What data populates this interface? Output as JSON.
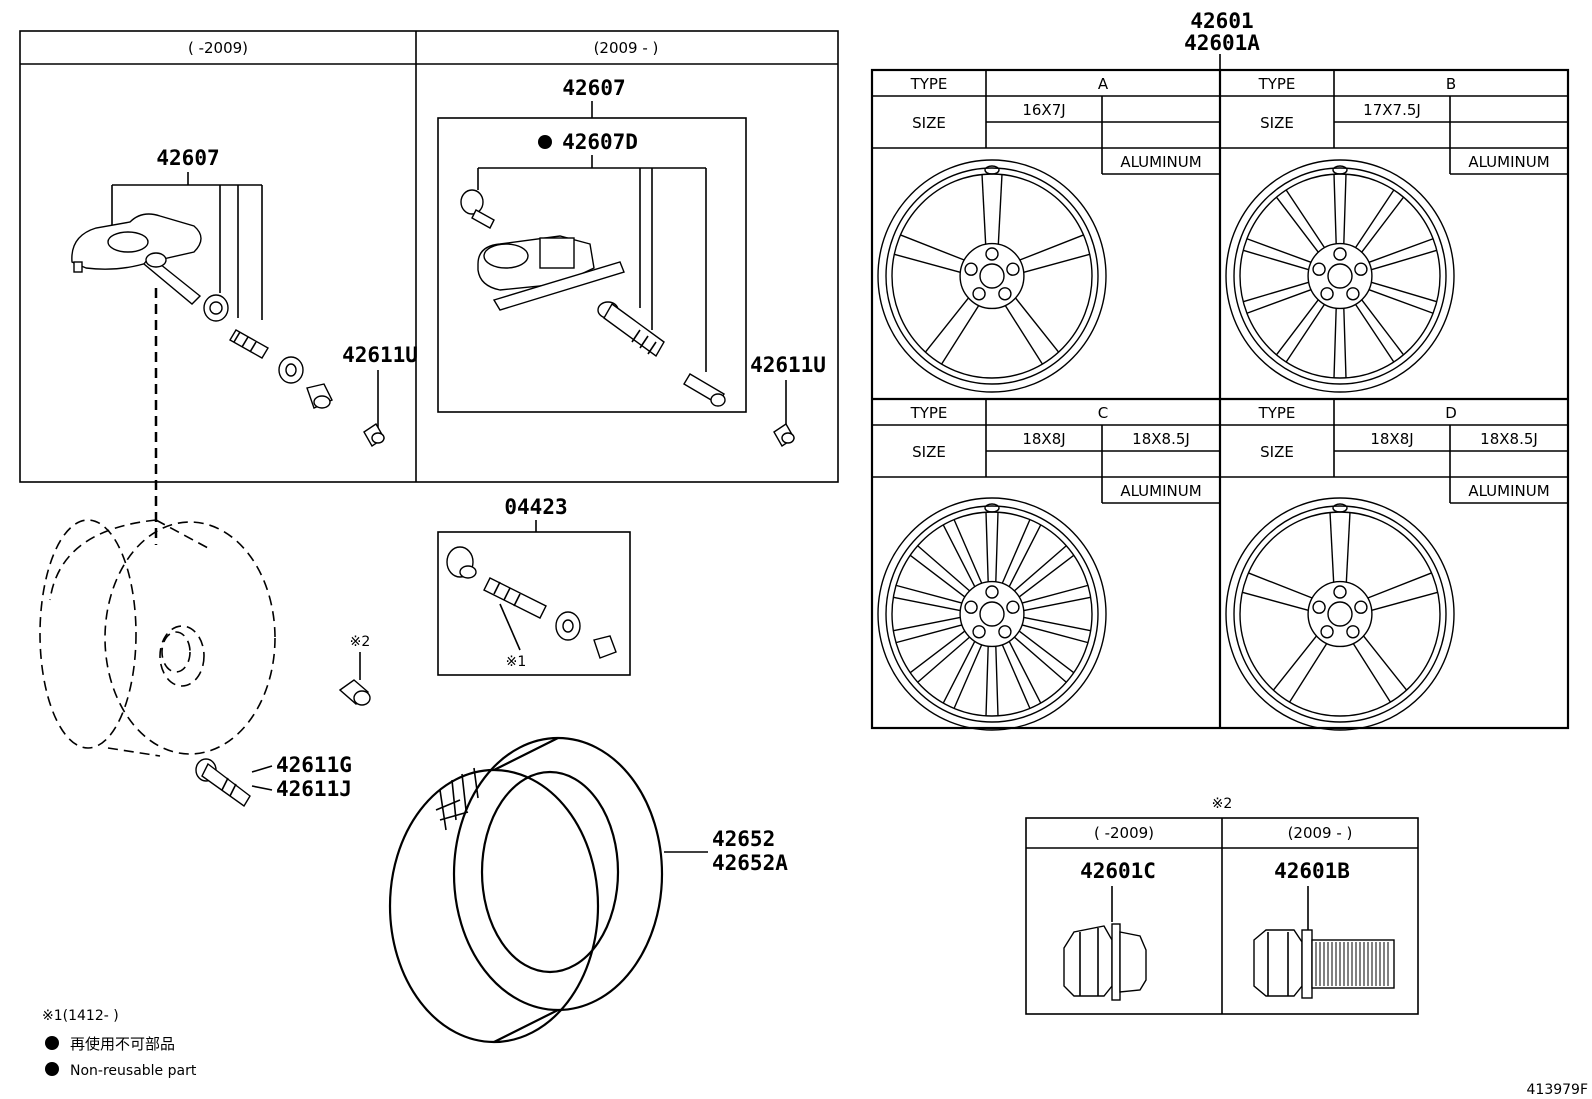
{
  "sensor_box": {
    "left_header": "(      -2009)",
    "right_header": "(2009 -      )",
    "left_sensor_pn": "42607",
    "left_nut_pn": "42611U",
    "right_sensor_pn": "42607",
    "right_sensor_kit_pn": "42607D",
    "right_nut_pn": "42611U"
  },
  "valve_kit": {
    "pn": "04423",
    "note": "※1"
  },
  "lug_nut_note": "※2",
  "valve_stem": {
    "pn1": "42611G",
    "pn2": "42611J"
  },
  "tire": {
    "pn1": "42652",
    "pn2": "42652A"
  },
  "wheel_table": {
    "pn1": "42601",
    "pn2": "42601A",
    "type_label": "TYPE",
    "size_label": "SIZE",
    "material_label": "ALUMINUM",
    "types": [
      {
        "code": "A",
        "size1": "16X7J",
        "size2": ""
      },
      {
        "code": "B",
        "size1": "17X7.5J",
        "size2": ""
      },
      {
        "code": "C",
        "size1": "18X8J",
        "size2": "18X8.5J"
      },
      {
        "code": "D",
        "size1": "18X8J",
        "size2": "18X8.5J"
      }
    ]
  },
  "nut_table": {
    "note": "※2",
    "left_header": "(      -2009)",
    "right_header": "(2009 -      )",
    "left_pn": "42601C",
    "right_pn": "42601B"
  },
  "legend": {
    "note1": "※1(1412-       )",
    "nonreusable_jp": "再使用不可部品",
    "nonreusable_en": "Non-reusable part"
  },
  "diagram_id": "413979F"
}
